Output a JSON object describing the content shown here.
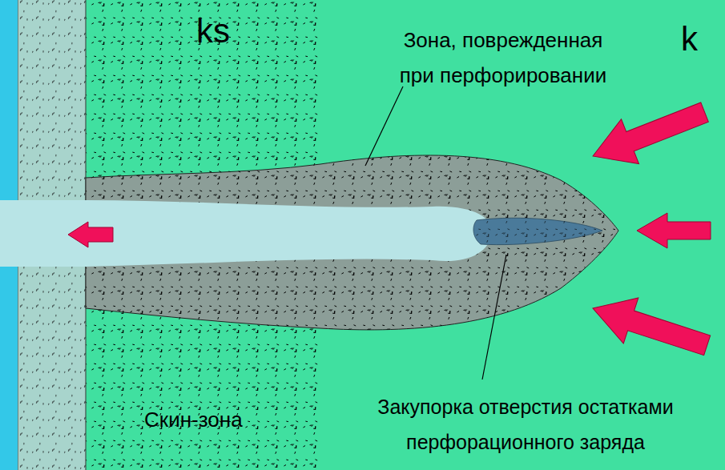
{
  "diagram": {
    "labels": [
      "ks",
      "k",
      "Зона, поврежденная при перфорировании",
      "Скин-зона",
      "Закупорка отверстия остатками перфорационного заряда"
    ]
  }
}
